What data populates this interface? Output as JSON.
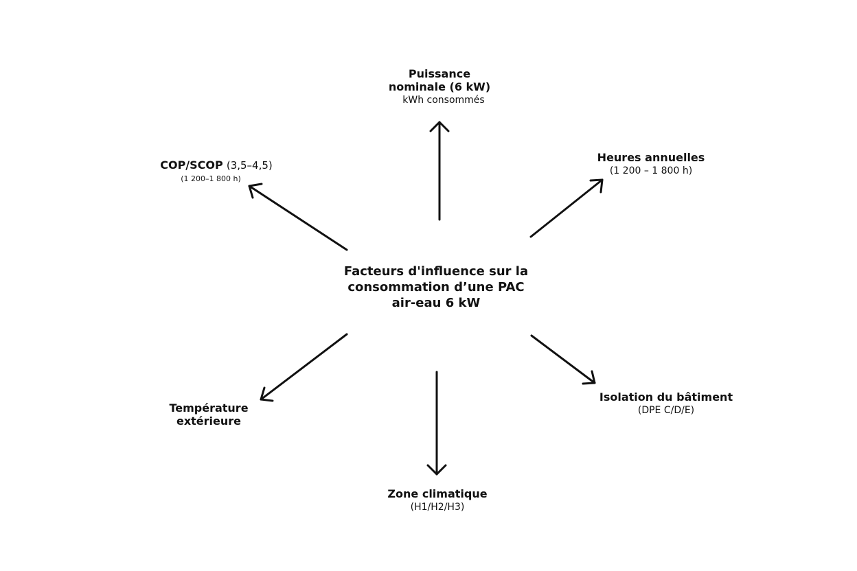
{
  "center": {
    "line1": "Facteurs d'influence sur la",
    "line2": "consommation d’une PAC",
    "line3": "air-eau 6 kW"
  },
  "factors": {
    "puissance": {
      "line1": "Puissance",
      "line2": "nominale (6 kW)",
      "sub": "kWh consommés"
    },
    "heures": {
      "title": "Heures annuelles",
      "sub": "(1 200 – 1 800 h)"
    },
    "isolation": {
      "title": "Isolation du bâtiment",
      "sub": "(DPE C/D/E)"
    },
    "zone": {
      "title": "Zone climatique",
      "sub": "(H1/H2/H3)"
    },
    "temperature": {
      "line1": "Température",
      "line2": "extérieure"
    },
    "cop": {
      "title": "COP/SCOP",
      "range": "(3,5–4,5)",
      "sub": "(1 200–1 800 h)"
    }
  },
  "colors": {
    "arrow": "#111111",
    "text": "#111111",
    "background": "#ffffff"
  }
}
